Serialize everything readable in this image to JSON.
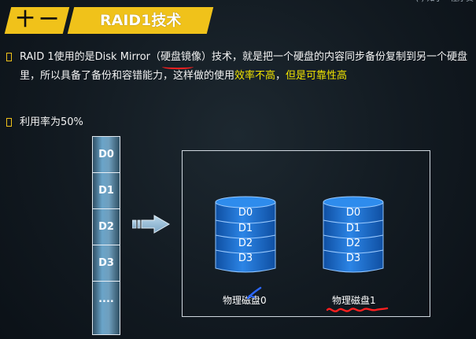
{
  "slide": {
    "corner_text": "(·) 知乎 · 程序员",
    "section_badge": "十一",
    "title": "RAID1技术",
    "bullets": [
      {
        "prefix": "RAID 1使用的是Disk Mirror（",
        "underline": "硬盘镜像",
        "suffix": "）技术，就是把一个硬盘的内容同步备份复制到另一个硬盘里，所以具备了备份和容错能力，这样做的使用",
        "highlight_1": "效率不高",
        "middle": "，",
        "highlight_2": "但是可靠性高"
      },
      {
        "text": "利用率为50%"
      }
    ],
    "strip_cells": [
      "D0",
      "D1",
      "D2",
      "D3",
      "...."
    ],
    "disk_0": {
      "blocks": [
        "D0",
        "D1",
        "D2",
        "D3"
      ],
      "label": "物理磁盘0"
    },
    "disk_1": {
      "blocks": [
        "D0",
        "D1",
        "D2",
        "D3"
      ],
      "label": "物理磁盘1"
    }
  },
  "colors": {
    "background": "#121a21",
    "badge": "#f0c21a",
    "highlight": "#f1e400",
    "disk_blue": "#1c6fd0",
    "annotation_red": "#ff2020",
    "annotation_blue": "#2c67ff"
  }
}
